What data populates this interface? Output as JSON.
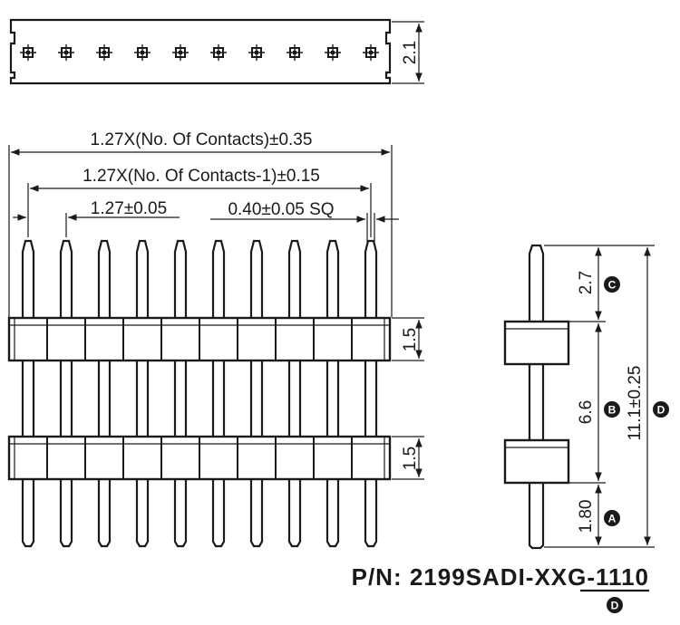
{
  "diagram": {
    "contact_count": 10,
    "top_view": {
      "height_label": "2.1"
    },
    "front_view": {
      "overall_width_label": "1.27X(No. Of Contacts)±0.35",
      "pitch_span_label": "1.27X(No. Of Contacts-1)±0.15",
      "pitch_label": "1.27±0.05",
      "pin_size_label": "0.40±0.05 SQ",
      "upper_body_height_label": "1.5",
      "lower_body_height_label": "1.5"
    },
    "side_view": {
      "tail_label": "2.7",
      "tail_marker": "C",
      "spacing_label": "6.6",
      "spacing_marker": "B",
      "total_label": "11.1±0.25",
      "total_marker": "D",
      "mating_label": "1.80",
      "mating_marker": "A"
    },
    "part_number": {
      "prefix": "P/N: 2199SADI-XXG-",
      "suffix": "1110",
      "marker": "D"
    }
  }
}
